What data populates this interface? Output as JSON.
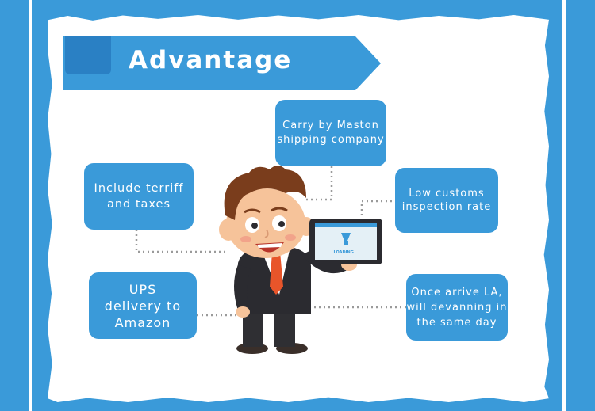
{
  "title": "Advantage",
  "boxes": {
    "carry": "Carry by Maston\nshipping company",
    "tariff": "Include terriff\nand taxes",
    "customs": "Low customs\ninspection rate",
    "ups": "UPS\ndelivery to\nAmazon",
    "devanning": "Once arrive LA,\nwill devanning in\nthe same day"
  },
  "tablet": {
    "loading_text": "LOADING..."
  },
  "colors": {
    "accent": "#3a9ad9",
    "banner_square": "#2a80c4",
    "paper": "#ffffff"
  },
  "icons": {
    "person": "cartoon-businessman",
    "tablet": "tablet-device"
  }
}
